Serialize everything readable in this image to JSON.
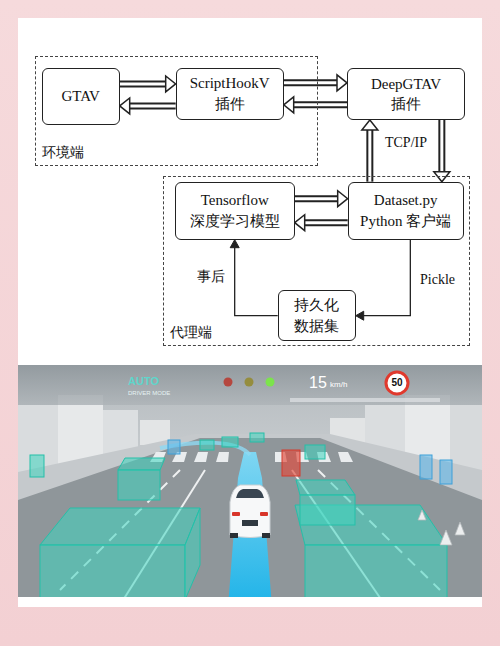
{
  "diagram": {
    "nodes": [
      {
        "text": [
          "环境端"
        ]
      },
      {
        "text": [
          "GTAV"
        ],
        "in": 0
      },
      {
        "text": [
          "ScriptHookV 插件"
        ],
        "in": 0
      },
      {
        "text": [
          "DeepGTAV 插件"
        ]
      },
      {
        "text": [
          "代理端"
        ]
      },
      {
        "text": [
          "Tensorflow 深度学习模型"
        ],
        "in": 4
      },
      {
        "text": [
          "Dataset.py Python 客户端"
        ],
        "in": 4
      },
      {
        "text": [
          "持久化 数据集"
        ],
        "in": 4
      }
    ],
    "edges": [
      {
        "from": 1,
        "to": 2,
        "arrow": "to"
      },
      {
        "from": 2,
        "to": 1,
        "arrow": "to"
      },
      {
        "from": 2,
        "to": 3,
        "arrow": "to"
      },
      {
        "from": 3,
        "to": 2,
        "arrow": "to"
      },
      {
        "from": 6,
        "to": 3,
        "arrow": "to"
      },
      {
        "from": 3,
        "to": 6,
        "label": "TCP/IP",
        "arrow": "to"
      },
      {
        "from": 5,
        "to": 6,
        "arrow": "to"
      },
      {
        "from": 6,
        "to": 5,
        "arrow": "to"
      },
      {
        "from": 6,
        "to": 7,
        "label": "Pickle",
        "arrow": "to"
      },
      {
        "from": 7,
        "to": 5,
        "label": "事后",
        "arrow": "to"
      }
    ],
    "labels": [
      "AUTO",
      "DRIVER MODE",
      "15",
      "km/h",
      "50"
    ]
  }
}
